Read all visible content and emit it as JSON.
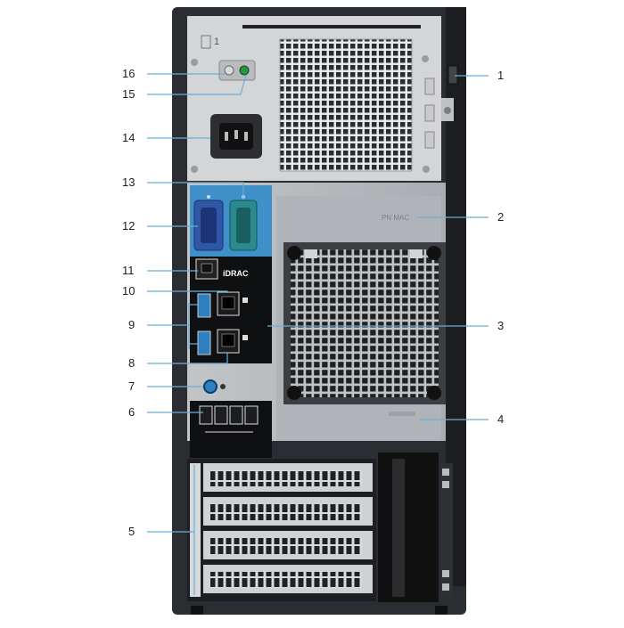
{
  "diagram": {
    "subject": "server-tower-rear-view",
    "callouts": [
      {
        "id": "c1",
        "label": "1"
      },
      {
        "id": "c2",
        "label": "2"
      },
      {
        "id": "c3",
        "label": "3"
      },
      {
        "id": "c4",
        "label": "4"
      },
      {
        "id": "c5",
        "label": "5"
      },
      {
        "id": "c6",
        "label": "6"
      },
      {
        "id": "c7",
        "label": "7"
      },
      {
        "id": "c8",
        "label": "8"
      },
      {
        "id": "c9",
        "label": "9"
      },
      {
        "id": "c10",
        "label": "10"
      },
      {
        "id": "c11",
        "label": "11"
      },
      {
        "id": "c12",
        "label": "12"
      },
      {
        "id": "c13",
        "label": "13"
      },
      {
        "id": "c14",
        "label": "14"
      },
      {
        "id": "c15",
        "label": "15"
      },
      {
        "id": "c16",
        "label": "16"
      }
    ],
    "chassis_text": {
      "idrac": "iDRAC",
      "psu_mark": "1"
    },
    "colors": {
      "chassis_black": "#26292d",
      "panel_grey": "#b4b8bc",
      "io_blue": "#3f8fc8",
      "vga_blue": "#2f57a8",
      "serial_teal": "#2a8a8e",
      "led_green": "#1f9a3a",
      "id_button_blue": "#2e7fc0"
    }
  }
}
